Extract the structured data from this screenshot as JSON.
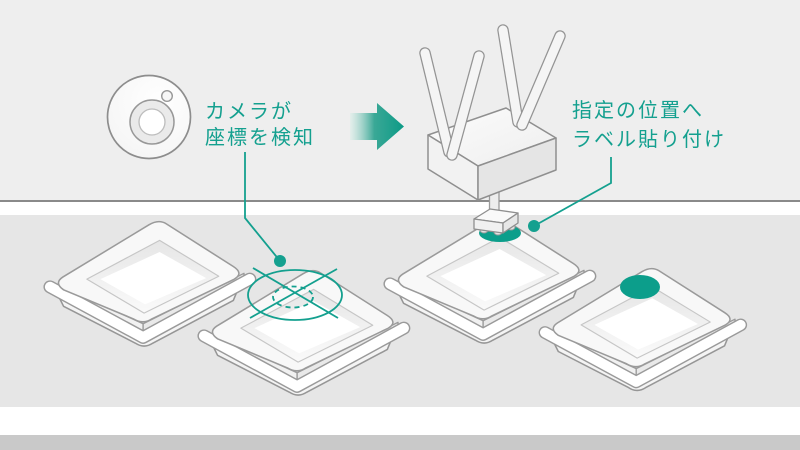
{
  "callouts": {
    "camera_detection": {
      "line1": "カメラが",
      "line2": "座標を検知"
    },
    "label_application": {
      "line1": "指定の位置へ",
      "line2": "ラベル貼り付け"
    }
  },
  "colors": {
    "accent_teal": "#14A08F",
    "label_teal": "#0C9E8B",
    "background_top": "#EEEEEE",
    "conveyor_gray": "#E6E6E6",
    "divider_gray": "#8A8A8A",
    "bottom_band_gray": "#C9C9C9",
    "tray_outline_gray": "#9A9A9A",
    "white": "#FFFFFF"
  }
}
